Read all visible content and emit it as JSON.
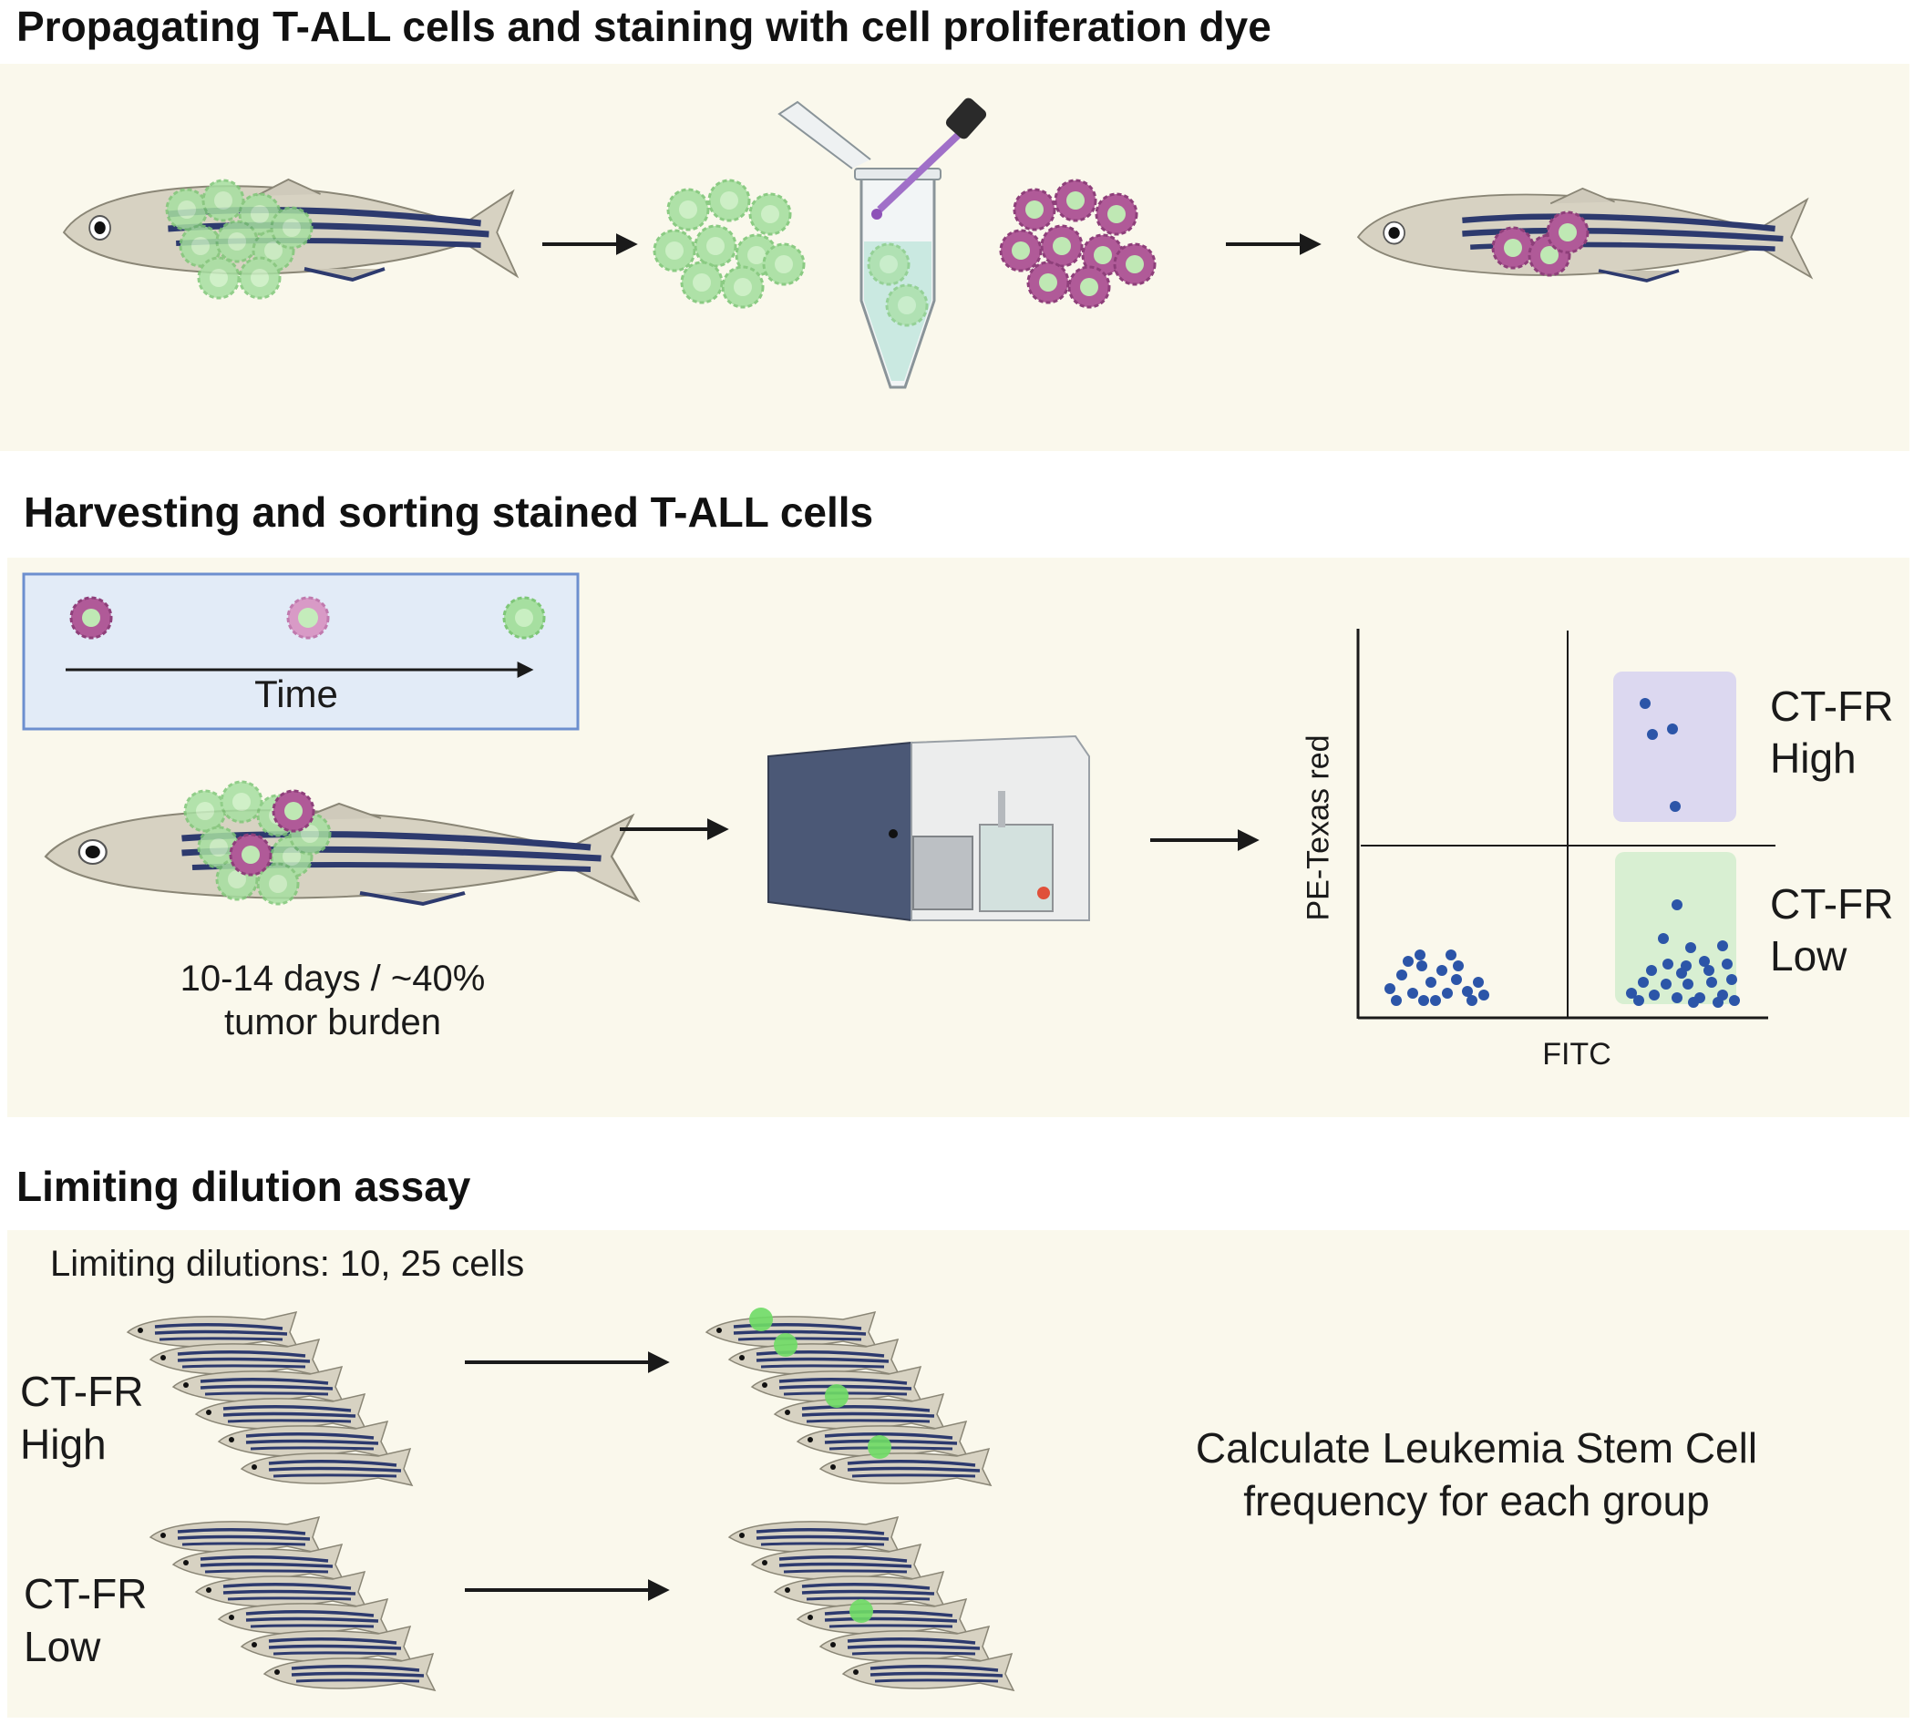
{
  "sections": [
    {
      "title": "Propagating T-ALL cells and staining with cell proliferation dye"
    },
    {
      "title": "Harvesting and sorting stained T-ALL cells"
    },
    {
      "title": "Limiting dilution assay"
    }
  ],
  "panel2": {
    "time_label": "Time",
    "fish_caption_line1": "10-14 days / ~40%",
    "fish_caption_line2": "tumor burden"
  },
  "plot": {
    "x_axis": "FITC",
    "y_axis": "PE-Texas red",
    "gate_high_line1": "CT-FR",
    "gate_high_line2": "High",
    "gate_low_line1": "CT-FR",
    "gate_low_line2": "Low"
  },
  "panel3": {
    "dilutions": "Limiting dilutions: 10, 25 cells",
    "group_high_line1": "CT-FR",
    "group_high_line2": "High",
    "group_low_line1": "CT-FR",
    "group_low_line2": "Low",
    "result_line1": "Calculate Leukemia Stem Cell",
    "result_line2": "frequency for each group"
  },
  "colors": {
    "panel_bg": "#faf8ec",
    "green_cell": "#9fdc9a",
    "magenta_cell": "#b05a98",
    "dot_blue": "#2c55a8",
    "gate_high": "#dcd8f0",
    "gate_low": "#d8efd2"
  }
}
